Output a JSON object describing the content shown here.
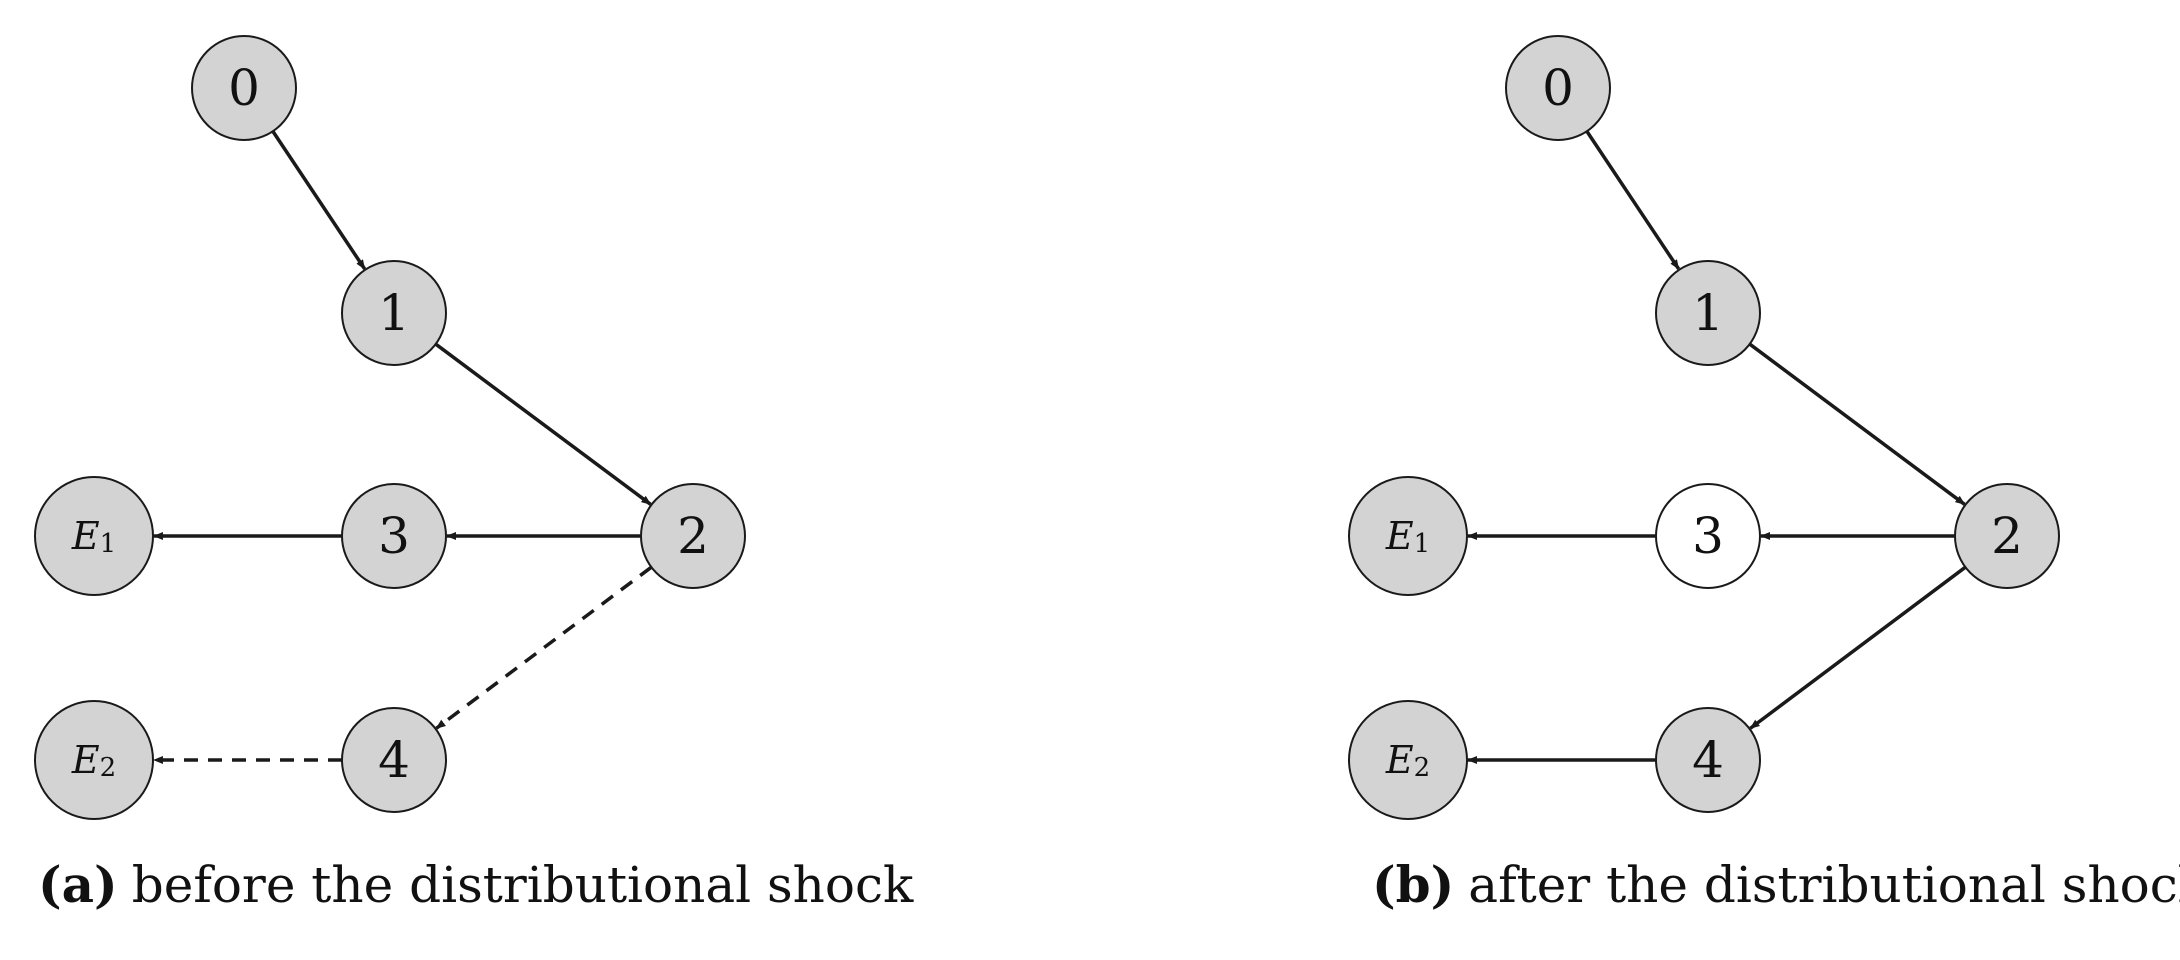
{
  "colors": {
    "node_fill": "#d3d3d3",
    "node_fill_changed": "#ffffff",
    "stroke": "#1a1a1a"
  },
  "panels": [
    {
      "tag": "(a)",
      "caption": "before the distributional shock",
      "nodes": [
        {
          "id": "0",
          "label": "0",
          "sub": "",
          "fill": "gray"
        },
        {
          "id": "1",
          "label": "1",
          "sub": "",
          "fill": "gray"
        },
        {
          "id": "2",
          "label": "2",
          "sub": "",
          "fill": "gray"
        },
        {
          "id": "3",
          "label": "3",
          "sub": "",
          "fill": "gray"
        },
        {
          "id": "4",
          "label": "4",
          "sub": "",
          "fill": "gray"
        },
        {
          "id": "E1",
          "label": "E",
          "sub": "1",
          "fill": "gray"
        },
        {
          "id": "E2",
          "label": "E",
          "sub": "2",
          "fill": "gray"
        }
      ],
      "edges": [
        {
          "from": "0",
          "to": "1",
          "style": "solid"
        },
        {
          "from": "1",
          "to": "2",
          "style": "solid"
        },
        {
          "from": "2",
          "to": "3",
          "style": "solid"
        },
        {
          "from": "3",
          "to": "E1",
          "style": "solid"
        },
        {
          "from": "2",
          "to": "4",
          "style": "dashed"
        },
        {
          "from": "4",
          "to": "E2",
          "style": "dashed"
        }
      ]
    },
    {
      "tag": "(b)",
      "caption": "after the distributional shock",
      "nodes": [
        {
          "id": "0",
          "label": "0",
          "sub": "",
          "fill": "gray"
        },
        {
          "id": "1",
          "label": "1",
          "sub": "",
          "fill": "gray"
        },
        {
          "id": "2",
          "label": "2",
          "sub": "",
          "fill": "gray"
        },
        {
          "id": "3",
          "label": "3",
          "sub": "",
          "fill": "white"
        },
        {
          "id": "4",
          "label": "4",
          "sub": "",
          "fill": "gray"
        },
        {
          "id": "E1",
          "label": "E",
          "sub": "1",
          "fill": "gray"
        },
        {
          "id": "E2",
          "label": "E",
          "sub": "2",
          "fill": "gray"
        }
      ],
      "edges": [
        {
          "from": "0",
          "to": "1",
          "style": "solid"
        },
        {
          "from": "1",
          "to": "2",
          "style": "solid"
        },
        {
          "from": "2",
          "to": "3",
          "style": "solid"
        },
        {
          "from": "3",
          "to": "E1",
          "style": "solid"
        },
        {
          "from": "2",
          "to": "4",
          "style": "solid"
        },
        {
          "from": "4",
          "to": "E2",
          "style": "solid"
        }
      ]
    }
  ]
}
